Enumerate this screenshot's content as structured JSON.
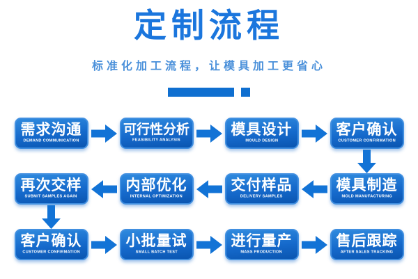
{
  "header": {
    "title": "定制流程",
    "subtitle": "标准化加工流程，让模具加工更省心"
  },
  "colors": {
    "title_blue": "#1b76dd",
    "subtitle_blue": "#4a90da",
    "decoration_blue": "#0f6fd0",
    "box_gradient_top": "#2f8ade",
    "box_gradient_bottom": "#0a55b0",
    "box_border": "#418fe0",
    "arrow_blue": "#1273d6",
    "box_text": "#ffffff",
    "background": "#ffffff"
  },
  "flow": {
    "rows": [
      {
        "direction": "right",
        "steps": [
          {
            "zh": "需求沟通",
            "en": "DEMAND COMMUNICATION"
          },
          {
            "zh": "可行性分析",
            "en": "FEASIBILITY ANALYSIS"
          },
          {
            "zh": "模具设计",
            "en": "MOULD DESIGN"
          },
          {
            "zh": "客户确认",
            "en": "CUSTOMER CONFIRMATION"
          }
        ]
      },
      {
        "direction": "left",
        "steps": [
          {
            "zh": "再次交样",
            "en": "SUBMIT SAMPLES AGAIN"
          },
          {
            "zh": "内部优化",
            "en": "INTERNAL OPTIMIZATION"
          },
          {
            "zh": "交付样品",
            "en": "DELIVERY SAMPLES"
          },
          {
            "zh": "模具制造",
            "en": "MOLD MANUFACTURING"
          }
        ]
      },
      {
        "direction": "right",
        "steps": [
          {
            "zh": "客户确认",
            "en": "CUSTOMER CONFIRMATION"
          },
          {
            "zh": "小批量试",
            "en": "SMALL BATCH TEST"
          },
          {
            "zh": "进行量产",
            "en": "MASS PRODUCTION"
          },
          {
            "zh": "售后跟踪",
            "en": "AFTER SALES TRACKING"
          }
        ]
      }
    ]
  }
}
